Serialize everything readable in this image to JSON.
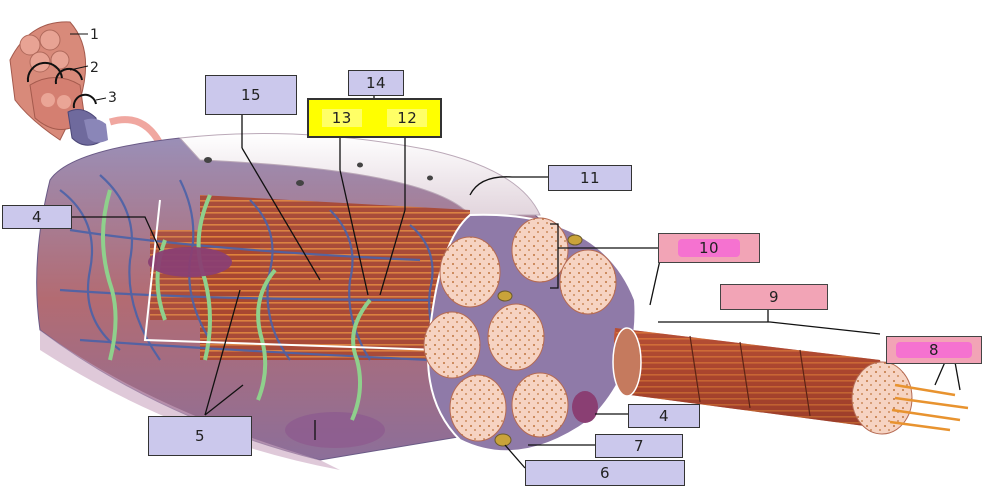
{
  "labels": {
    "l1": "1",
    "l2": "2",
    "l3": "3",
    "l4a": "4",
    "l4b": "4",
    "l5": "5",
    "l6": "6",
    "l7": "7",
    "l8": "8",
    "l9": "9",
    "l10": "10",
    "l11": "11",
    "l12": "12",
    "l13": "13",
    "l14": "14",
    "l15": "15"
  },
  "colors": {
    "muscle": "#b4553a",
    "fibril_end": "#f3c7b3",
    "nuclei": "#8a3f73",
    "capillary": "#4b62a8",
    "t_tubule": "#8fd08c",
    "sheath": "#ecdfe6",
    "label_blue": "#cbc8ec",
    "label_pink": "#f2a4b6",
    "label_yellow": "#ffff00"
  }
}
